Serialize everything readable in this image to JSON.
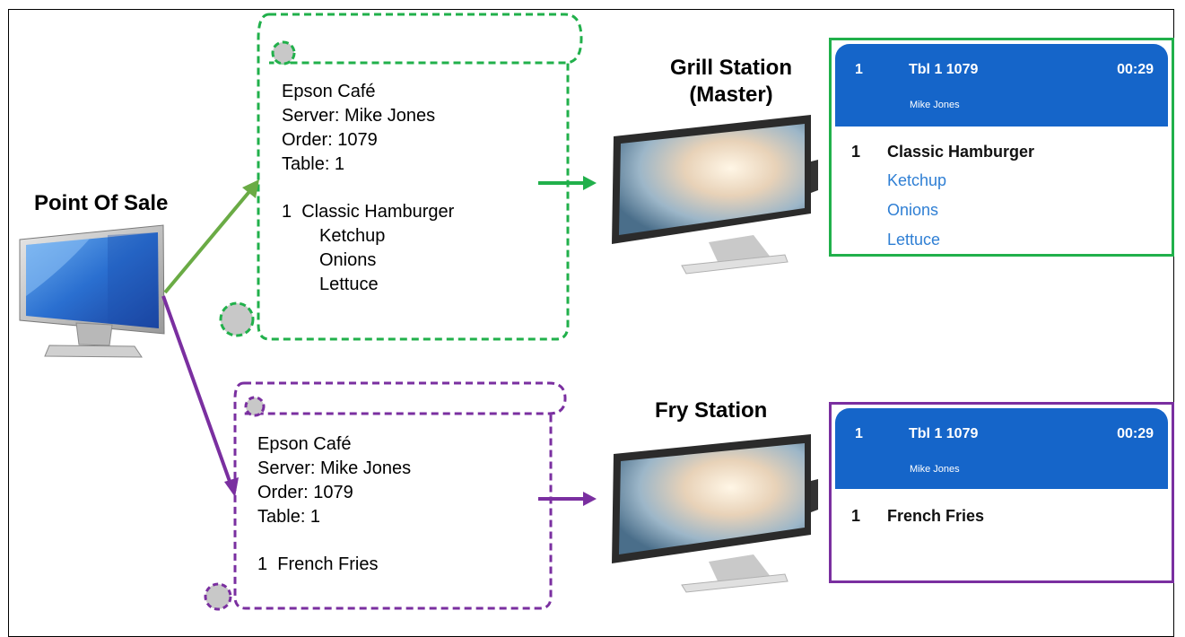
{
  "labels": {
    "pos": "Point Of Sale",
    "grill_line1": "Grill Station",
    "grill_line2": "(Master)",
    "fry": "Fry Station"
  },
  "tickets": {
    "grill": {
      "cafe": "Epson Café",
      "server": "Server: Mike Jones",
      "order": "Order: 1079",
      "table": "Table: 1",
      "item": "1  Classic Hamburger",
      "modifiers": [
        "Ketchup",
        "Onions",
        "Lettuce"
      ]
    },
    "fry": {
      "cafe": "Epson Café",
      "server": "Server: Mike Jones",
      "order": "Order: 1079",
      "table": "Table: 1",
      "item": "1  French Fries"
    }
  },
  "kds": {
    "grill": {
      "num": "1",
      "table_order": "Tbl 1 1079",
      "time": "00:29",
      "server": "Mike Jones",
      "item_qty": "1",
      "item_name": "Classic Hamburger",
      "modifiers": [
        "Ketchup",
        "Onions",
        "Lettuce"
      ]
    },
    "fry": {
      "num": "1",
      "table_order": "Tbl 1 1079",
      "time": "00:29",
      "server": "Mike Jones",
      "item_qty": "1",
      "item_name": "French Fries"
    }
  },
  "colors": {
    "grill": "#21b04b",
    "fry": "#7a2fa0",
    "pos_arrow_green": "#6aab45",
    "kds_header": "#1565c9",
    "modifier_text": "#2f7fd4"
  }
}
